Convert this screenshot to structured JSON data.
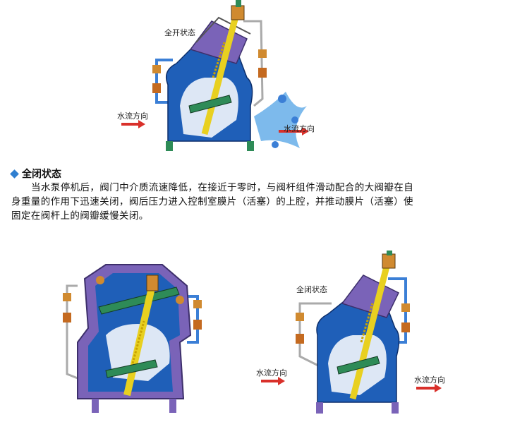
{
  "top_diagram": {
    "state_label": "全开状态",
    "inflow_label": "水流方向",
    "outflow_label": "水流方向"
  },
  "section": {
    "title": "全闭状态",
    "paragraph_line1": "当水泵停机后，阀门中介质流速降低，在接近于零时，与阀杆组件滑动配合的大阀瓣在自",
    "paragraph_line2": "身重量的作用下迅速关闭，阀后压力进入控制室膜片（活塞）的上腔，并推动膜片（活塞）使",
    "paragraph_line3": "固定在阀杆上的阀瓣缓慢关闭。"
  },
  "bottom_right_diagram": {
    "state_label": "全闭状态",
    "inflow_label": "水流方向",
    "outflow_label": "水流方向"
  },
  "colors": {
    "body_blue": "#1f5fb8",
    "cover_purple": "#7a63b8",
    "stem_yellow": "#e8d020",
    "arrow_red": "#d9302a",
    "pipe_blue": "#3b7fd6",
    "flange_green": "#2e8b57"
  }
}
